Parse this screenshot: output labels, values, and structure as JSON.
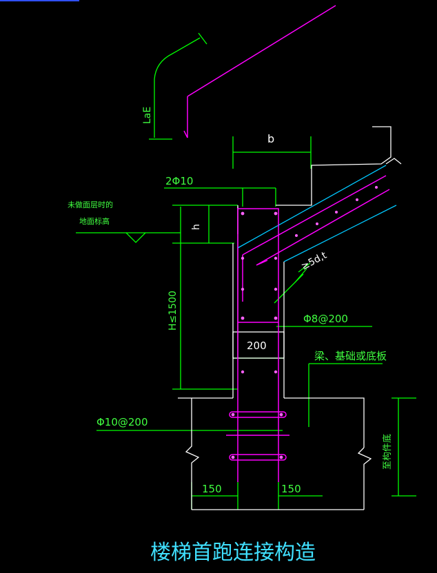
{
  "title": "楼梯首跑连接构造",
  "labels": {
    "lae": "LaE",
    "b": "b",
    "top_rebar": "2Φ10",
    "no_finish_line1": "未做面层时的",
    "no_finish_line2": "地面标高",
    "h": "h",
    "H": "H≤1500",
    "anchor": "≥5d,t",
    "stirrup_top": "Φ8@200",
    "width": "200",
    "beam": "梁、基础或底板",
    "stirrup_bottom": "Φ10@200",
    "to_bottom": "至构件底",
    "left_150": "150",
    "right_150": "150"
  },
  "colors": {
    "background": "#000000",
    "dimension": "#00ff00",
    "outline": "#ffffff",
    "rebar": "#ff00ff",
    "title": "#00ffff",
    "accent": "#00bfff"
  }
}
